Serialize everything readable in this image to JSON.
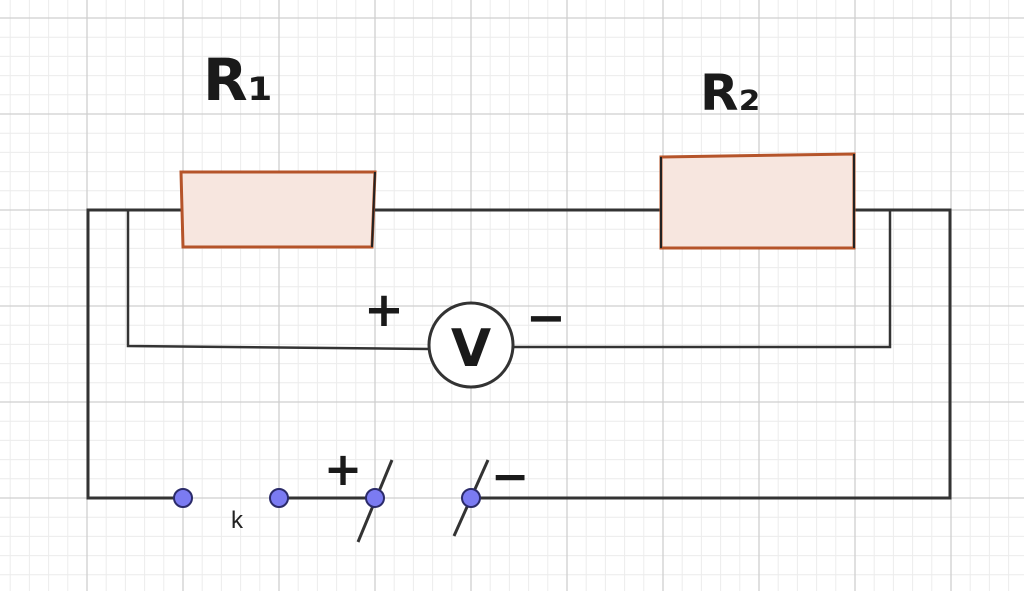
{
  "labels": {
    "r1": "R₁",
    "r2": "R₂",
    "voltmeter": "V",
    "voltmeter_plus": "+",
    "voltmeter_minus": "−",
    "battery_plus": "+",
    "battery_minus": "−",
    "switch": "k"
  },
  "colors": {
    "grid_major": "#cfcfcf",
    "grid_minor": "#ececec",
    "wire": "#333333",
    "resistor_stroke": "#b5542a",
    "resistor_fill": "#f7e6df",
    "node_fill": "#7b7bf2",
    "node_stroke": "#2b2b6a"
  }
}
